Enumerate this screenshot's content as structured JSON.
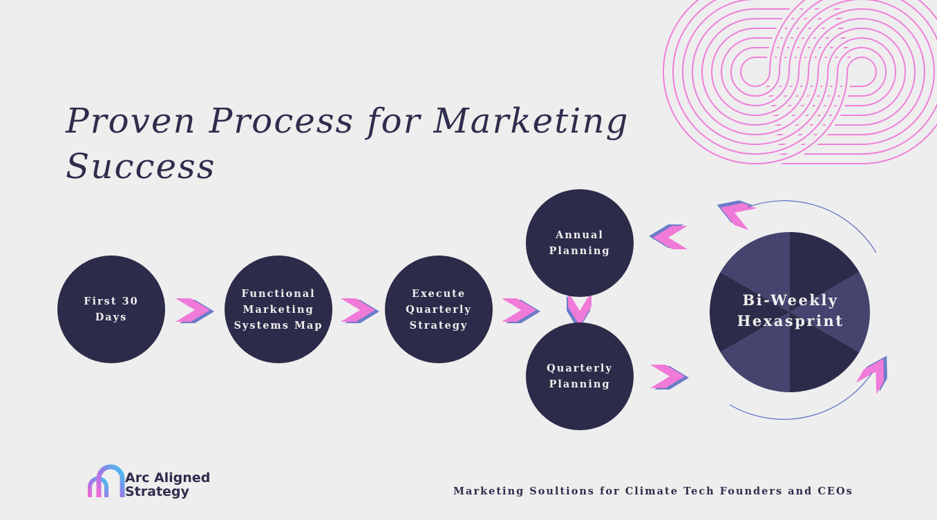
{
  "title": "Proven Process for Marketing Success",
  "steps": [
    {
      "label": "First 30 Days"
    },
    {
      "label": "Functional Marketing Systems Map"
    },
    {
      "label": "Execute Quarterly Strategy"
    },
    {
      "label": "Annual Planning"
    },
    {
      "label": "Quarterly Planning"
    }
  ],
  "cycle": {
    "label": "Bi-Weekly Hexasprint"
  },
  "logo": {
    "line1": "Arc Aligned",
    "line2": "Strategy"
  },
  "tagline": "Marketing Soultions for Climate Tech Founders and CEOs",
  "colors": {
    "node": "#2c2b49",
    "sector_light": "#45446f",
    "chevron": "#f07ad8",
    "chevron_shadow": "#6a7cc8",
    "deco": "#ef7fd9"
  }
}
